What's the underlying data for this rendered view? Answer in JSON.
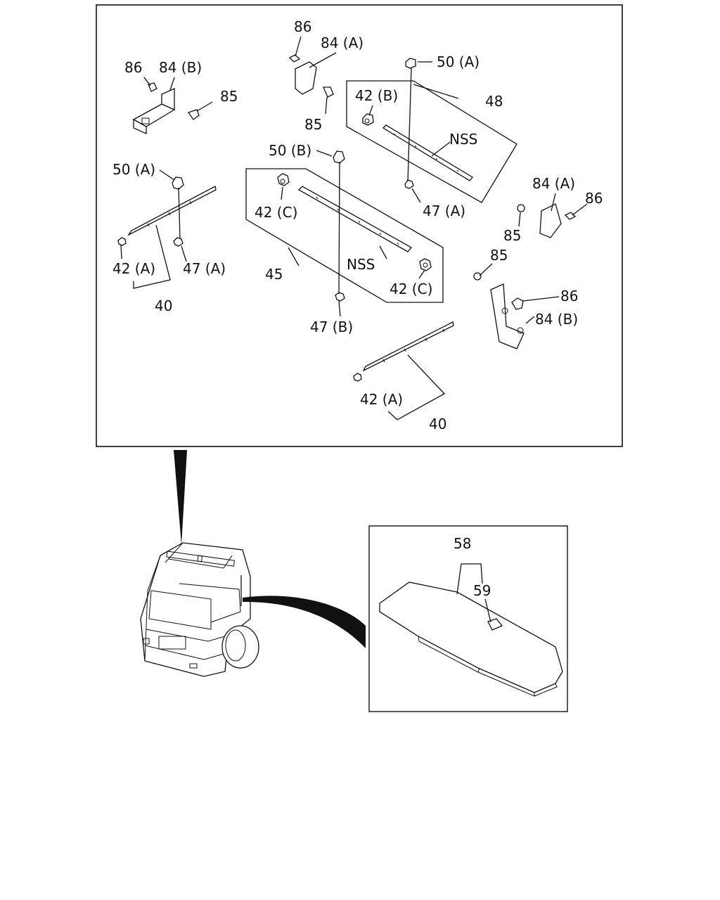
{
  "callouts": {
    "c86_a": "86",
    "c84b_a": "84 (B)",
    "c85_a": "85",
    "c86_b": "86",
    "c84a_b": "84 (A)",
    "c85_b": "85",
    "c50a_top": "50 (A)",
    "c42b": "42 (B)",
    "c48": "48",
    "nss_top": "NSS",
    "c47a_top": "47 (A)",
    "c50b": "50 (B)",
    "c50a_left": "50 (A)",
    "c42c_left": "42 (C)",
    "c42a_left": "42 (A)",
    "c47a_left": "47 (A)",
    "c40_left": "40",
    "c45": "45",
    "nss_mid": "NSS",
    "c42c_right": "42 (C)",
    "c47b": "47 (B)",
    "c84a_r": "84 (A)",
    "c86_r": "86",
    "c85_r": "85",
    "c85_r2": "85",
    "c86_r2": "86",
    "c84b_r": "84 (B)",
    "c42a_bottom": "42 (A)",
    "c40_bottom": "40",
    "c58": "58",
    "c59": "59"
  }
}
